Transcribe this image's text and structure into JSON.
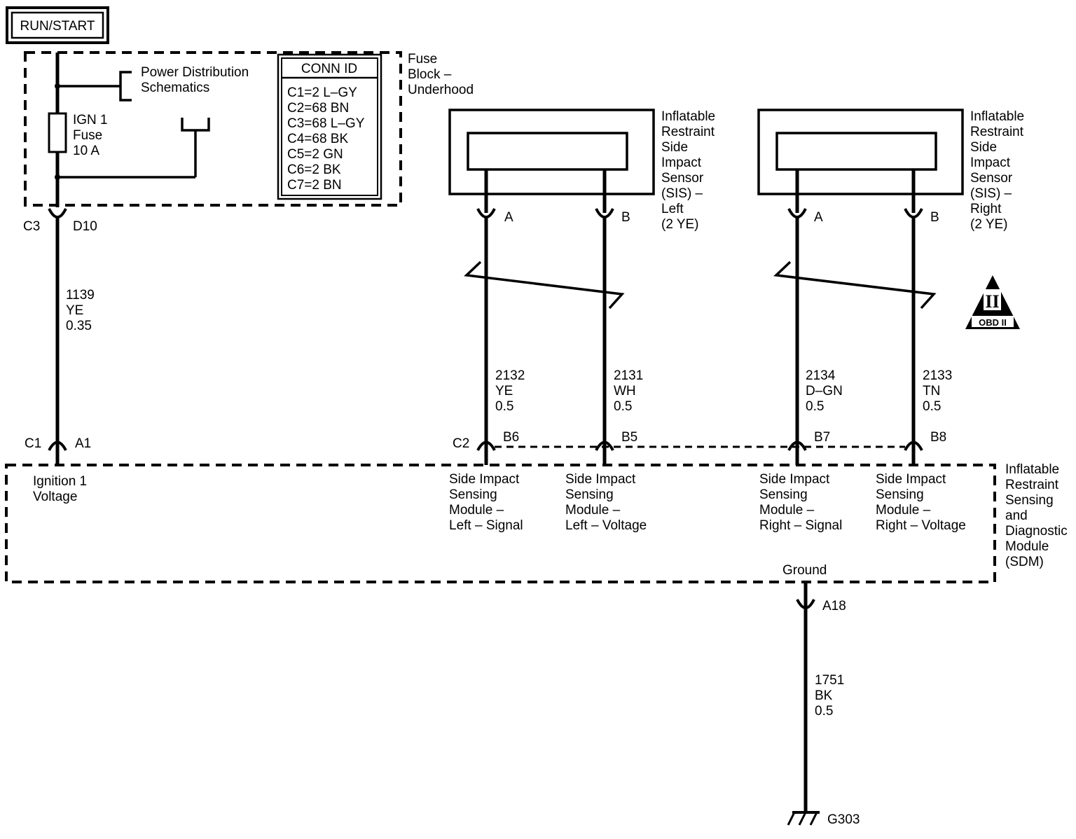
{
  "title_box": "RUN/START",
  "fuse_block": {
    "label": [
      "Fuse",
      "Block –",
      "Underhood"
    ],
    "power_dist": [
      "Power Distribution",
      "Schematics"
    ],
    "fuse": [
      "IGN 1",
      "Fuse",
      "10 A"
    ],
    "conn_id": {
      "heading": "CONN ID",
      "rows": [
        "C1=2 L–GY",
        "C2=68 BN",
        "C3=68 L–GY",
        "C4=68 BK",
        "C5=2 GN",
        "C6=2 BK",
        "C7=2 BN"
      ]
    }
  },
  "left_connectors": {
    "top_conn": "C3",
    "top_pin": "D10",
    "wire": [
      "1139",
      "YE",
      "0.35"
    ],
    "bottom_conn": "C1",
    "bottom_pin": "A1"
  },
  "sis_left": {
    "label": [
      "Inflatable",
      "Restraint",
      "Side",
      "Impact",
      "Sensor",
      "(SIS) –",
      "Left",
      "(2 YE)"
    ],
    "pin_a": "A",
    "pin_b": "B"
  },
  "sis_right": {
    "label": [
      "Inflatable",
      "Restraint",
      "Side",
      "Impact",
      "Sensor",
      "(SIS) –",
      "Right",
      "(2 YE)"
    ],
    "pin_a": "A",
    "pin_b": "B"
  },
  "wires": [
    {
      "circuit": "2132",
      "color": "YE",
      "gauge": "0.5",
      "pin": "B6"
    },
    {
      "circuit": "2131",
      "color": "WH",
      "gauge": "0.5",
      "pin": "B5"
    },
    {
      "circuit": "2134",
      "color": "D–GN",
      "gauge": "0.5",
      "pin": "B7"
    },
    {
      "circuit": "2133",
      "color": "TN",
      "gauge": "0.5",
      "pin": "B8"
    }
  ],
  "sdm_conn": "C2",
  "obd_badge": {
    "roman": "II",
    "text": "OBD II"
  },
  "sdm": {
    "label": [
      "Inflatable",
      "Restraint",
      "Sensing",
      "and",
      "Diagnostic",
      "Module",
      "(SDM)"
    ],
    "ign_voltage": [
      "Ignition 1",
      "Voltage"
    ],
    "functions": [
      [
        "Side Impact",
        "Sensing",
        "Module –",
        "Left – Signal"
      ],
      [
        "Side Impact",
        "Sensing",
        "Module –",
        "Left – Voltage"
      ],
      [
        "Side Impact",
        "Sensing",
        "Module –",
        "Right – Signal"
      ],
      [
        "Side Impact",
        "Sensing",
        "Module –",
        "Right – Voltage"
      ]
    ],
    "ground_label": "Ground"
  },
  "ground": {
    "pin": "A18",
    "wire": [
      "1751",
      "BK",
      "0.5"
    ],
    "name": "G303"
  }
}
